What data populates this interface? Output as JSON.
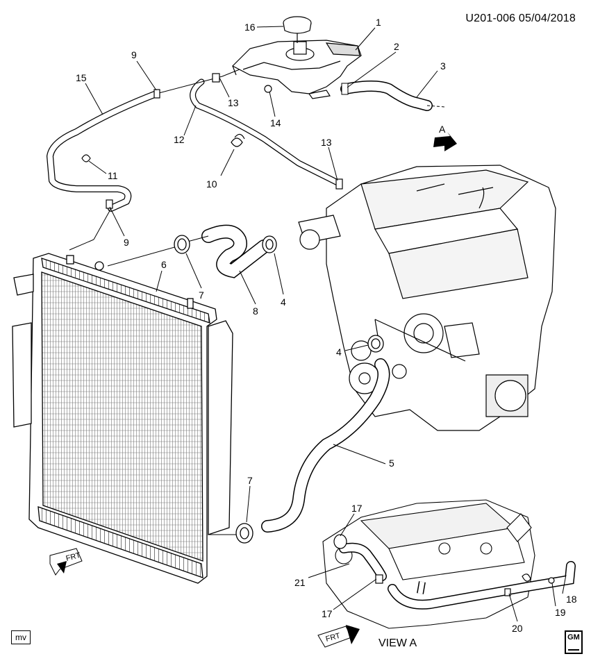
{
  "header": {
    "code": "U201-006  05/04/2018"
  },
  "view_label": "VIEW A",
  "badge": "mv",
  "logo": {
    "text": "GM",
    "icon": "gm-logo-icon"
  },
  "frt": "FRT",
  "view_marker": "A",
  "callouts": [
    "1",
    "2",
    "3",
    "4",
    "4",
    "5",
    "6",
    "7",
    "7",
    "8",
    "9",
    "9",
    "10",
    "11",
    "12",
    "13",
    "13",
    "14",
    "15",
    "16",
    "17",
    "17",
    "18",
    "19",
    "20",
    "21"
  ]
}
